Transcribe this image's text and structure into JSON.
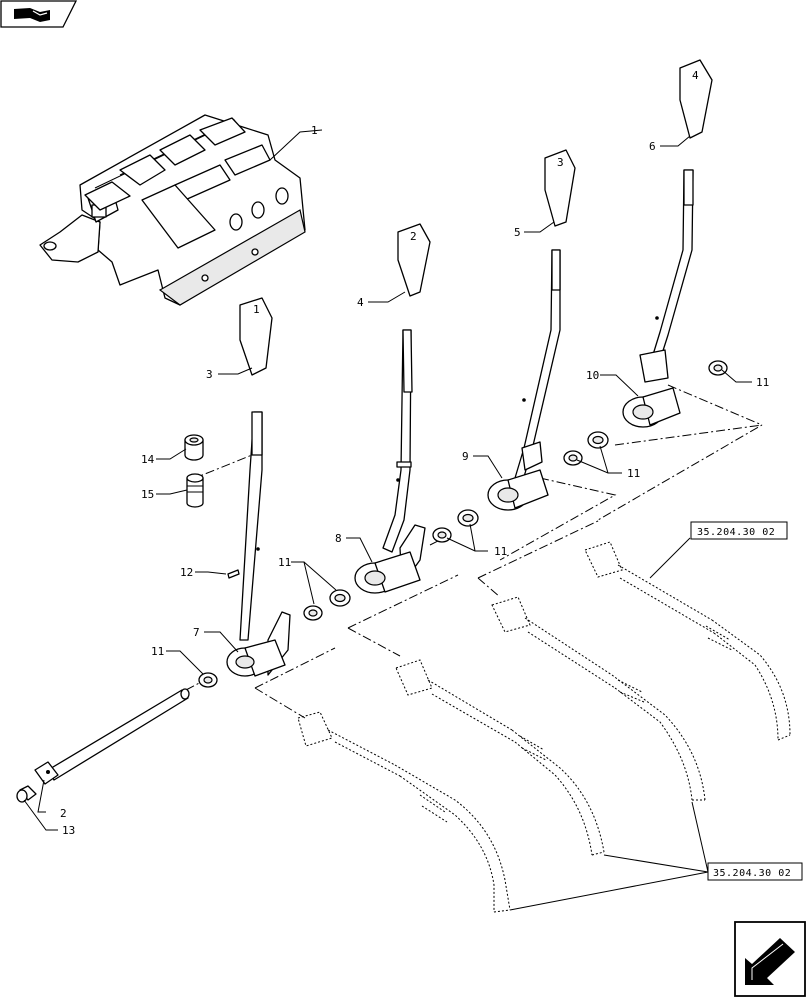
{
  "labels": {
    "l1": "1",
    "l2": "2",
    "l3": "3",
    "l4": "4",
    "l5": "5",
    "l6": "6",
    "l7": "7",
    "l8": "8",
    "l9": "9",
    "l10": "10",
    "l11a": "11",
    "l11b": "11",
    "l11c": "11",
    "l11d": "11",
    "l11e": "11",
    "l12": "12",
    "l13": "13",
    "l14": "14",
    "l15": "15"
  },
  "knob_numbers": {
    "k1": "1",
    "k2": "2",
    "k3": "3",
    "k4": "4"
  },
  "references": {
    "ref_top": "35.204.30 02",
    "ref_bottom": "35.204.30 02"
  },
  "icons": {
    "corner_top_left": "book-icon",
    "corner_bottom_right": "next-page-arrow-icon"
  }
}
